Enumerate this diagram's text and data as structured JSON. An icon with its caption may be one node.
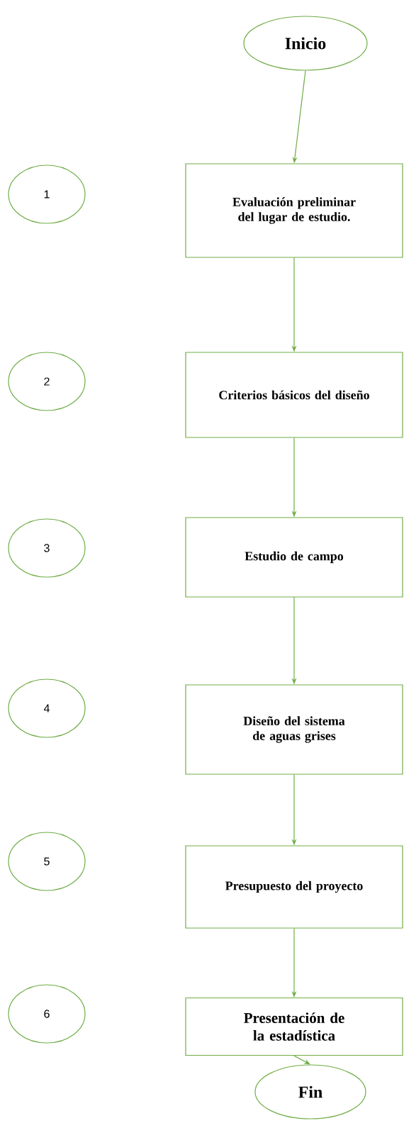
{
  "diagram": {
    "nodes": [
      {
        "text": [
          "Inicio"
        ]
      },
      {
        "text": [
          "1"
        ]
      },
      {
        "text": [
          "Evaluación preliminar del lugar de estudio."
        ]
      },
      {
        "text": [
          "2"
        ]
      },
      {
        "text": [
          "Criterios básicos del diseño"
        ]
      },
      {
        "text": [
          "3"
        ]
      },
      {
        "text": [
          "Estudio de campo"
        ]
      },
      {
        "text": [
          "4"
        ]
      },
      {
        "text": [
          "Diseño del sistema de aguas grises"
        ]
      },
      {
        "text": [
          "5"
        ]
      },
      {
        "text": [
          "Presupuesto del proyecto"
        ]
      },
      {
        "text": [
          "6"
        ]
      },
      {
        "text": [
          "Presentación de la estadística"
        ]
      },
      {
        "text": [
          "Fin"
        ]
      }
    ],
    "edges": [
      {
        "from": 0,
        "to": 2,
        "arrow": "to"
      },
      {
        "from": 2,
        "to": 4,
        "arrow": "to"
      },
      {
        "from": 4,
        "to": 6,
        "arrow": "to"
      },
      {
        "from": 6,
        "to": 8,
        "arrow": "to"
      },
      {
        "from": 8,
        "to": 10,
        "arrow": "to"
      },
      {
        "from": 10,
        "to": 12,
        "arrow": "to"
      },
      {
        "from": 12,
        "to": 13,
        "arrow": "to"
      }
    ]
  }
}
